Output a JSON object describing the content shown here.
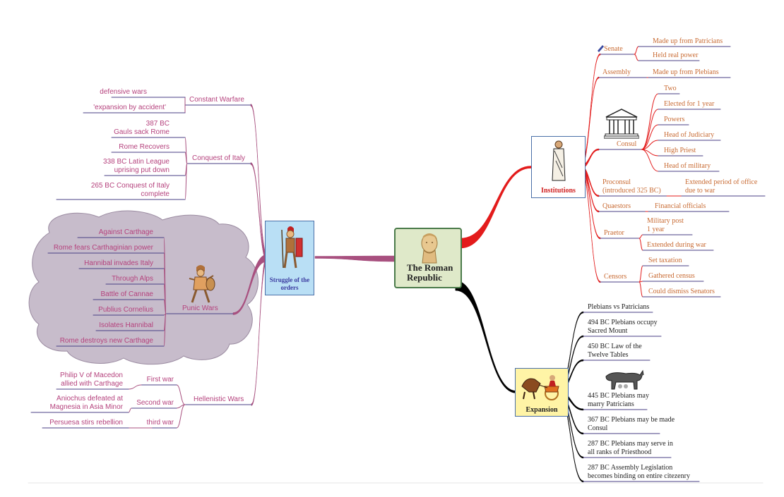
{
  "center": {
    "title": "The Roman\nRepublic"
  },
  "left_node": {
    "title": "Struggle of\nthe orders"
  },
  "institutions": {
    "title": "Institutions",
    "branches": [
      {
        "label": "Senate",
        "subs": [
          "Made up from Patricians",
          "Held real power"
        ]
      },
      {
        "label": "Assembly",
        "subs": [
          "Made up from Plebians"
        ]
      },
      {
        "label": "Consul",
        "subs": [
          "Two",
          "Elected for 1 year",
          "Powers",
          "Head of Judiciary",
          "High Priest",
          "Head of military"
        ]
      },
      {
        "label": "Proconsul\n(introduced 325 BC)",
        "subs": [
          "Extended period of office\ndue to war"
        ]
      },
      {
        "label": "Quaestors",
        "subs": [
          "Financial officials"
        ]
      },
      {
        "label": "Praetor",
        "subs": [
          "Military post\n1 year",
          "Extended during war"
        ]
      },
      {
        "label": "Censors",
        "subs": [
          "Set taxation",
          "Gathered census",
          "Could dismiss Senators"
        ]
      }
    ]
  },
  "expansion": {
    "title": "Expansion",
    "items": [
      "Plebians vs Patricians",
      "494 BC Plebians occupy\nSacred Mount",
      "450 BC Law of the\nTwelve Tables",
      "445 BC Plebians may\nmarry Patricians",
      "367 BC Plebians may be made\nConsul",
      "287 BC Plebians may serve in\nall ranks of Priesthood",
      "287 BC Assembly Legislation\nbecomes binding on entire citezenry"
    ]
  },
  "left_branches": [
    {
      "label": "Constant Warfare",
      "subs": [
        "defensive wars",
        "'expansion by accident'"
      ]
    },
    {
      "label": "Conquest of Italy",
      "subs": [
        "387 BC\nGauls sack Rome",
        "Rome Recovers",
        "338 BC Latin League\nuprising put down",
        "265 BC Conquest of Italy\ncomplete"
      ]
    },
    {
      "label": "Punic Wars",
      "subs": [
        "Against Carthage",
        "Rome fears Carthaginian power",
        "Hannibal invades Italy",
        "Through Alps",
        "Battle of Cannae",
        "Publius Cornelius",
        "Isolates Hannibal",
        "Rome destroys new Carthage"
      ]
    },
    {
      "label": "Hellenistic Wars",
      "subs": [
        {
          "label": "First war",
          "sub": "Philip V of Macedon\nallied with Carthage"
        },
        {
          "label": "Second war",
          "sub": "Aniochus defeated at\nMagnesia in Asia Minor"
        },
        {
          "label": "third war",
          "sub": "Persuesa stirs rebellion"
        }
      ]
    }
  ],
  "colors": {
    "left_branch": "#a8507f",
    "left_label": "#b5427d",
    "underline": "#4a3f86",
    "institutions_branch": "#e31b1b",
    "institutions_label": "#c86a32",
    "expansion_branch": "#000000",
    "center_fill": "#dfe9c9",
    "center_border": "#4a7a4a",
    "left_node_fill": "#b9dff5",
    "expansion_fill": "#fff4a6",
    "cloud_fill": "#c7bccb"
  },
  "icons": [
    "statue-head",
    "roman-soldier",
    "toga-figure",
    "temple",
    "chariot",
    "she-wolf",
    "gladiator"
  ]
}
